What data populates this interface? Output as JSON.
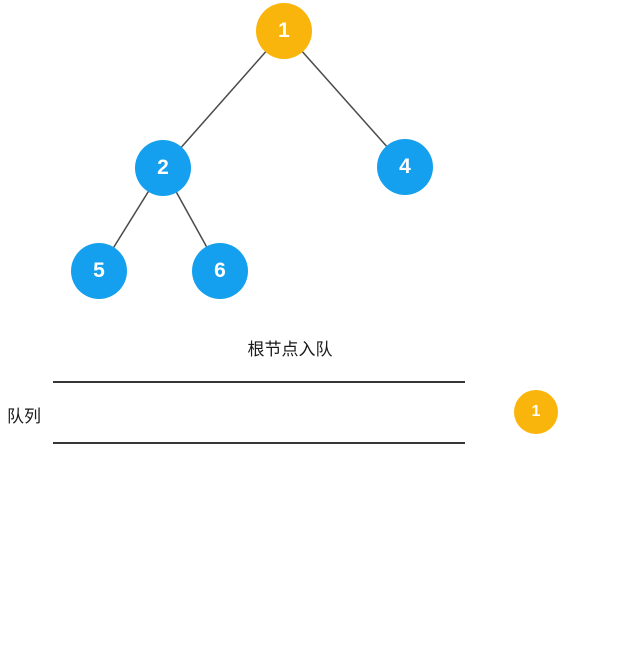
{
  "tree": {
    "nodes": [
      {
        "label": "1",
        "color": "#F9B50B"
      },
      {
        "label": "2",
        "color": "#14A0EE"
      },
      {
        "label": "4",
        "color": "#14A0EE"
      },
      {
        "label": "5",
        "color": "#14A0EE"
      },
      {
        "label": "6",
        "color": "#14A0EE"
      }
    ],
    "edges": [
      "1-2",
      "1-4",
      "2-5",
      "2-6"
    ]
  },
  "queue": {
    "label": "队列",
    "caption": "根节点入队",
    "incoming_item": {
      "label": "1",
      "color": "#F9B50B"
    }
  },
  "colors": {
    "node_orange": "#F9B50B",
    "node_blue": "#14A0EE",
    "edge_gray": "#4A4A4A",
    "queue_line": "#1A1A1A",
    "text": "#1A1A1A",
    "background": "#FFFFFF"
  }
}
